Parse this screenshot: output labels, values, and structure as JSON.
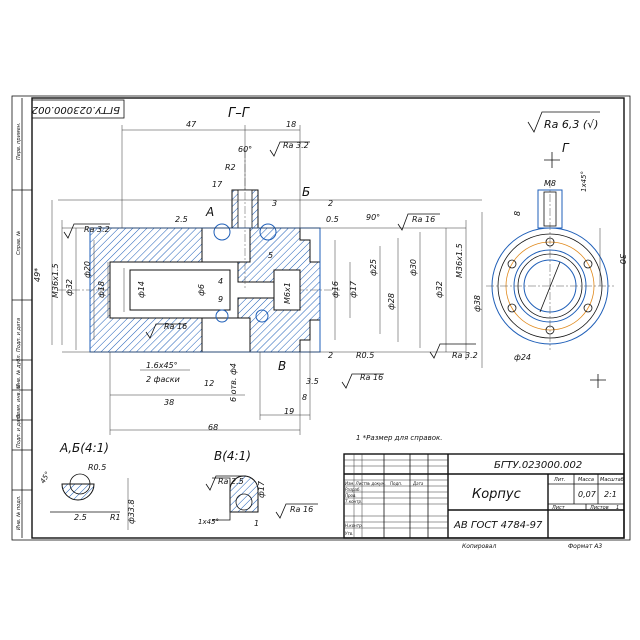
{
  "sheet": {
    "doc_code_top": "БГТУ.023000.002",
    "section_label": "Г–Г",
    "view_label": "Г",
    "roughness_general": "Ra 6,3 (√)",
    "note": "1 *Размер для справок.",
    "detail_ab": "А,Б(4:1)",
    "detail_v": "В(4:1)",
    "markers": [
      "А",
      "Б",
      "В"
    ]
  },
  "left_strip": {
    "labels": [
      "Перв. примен.",
      "Справ. №",
      "Подп. и дата",
      "Инв. № дубл.",
      "Взам. инв. №",
      "Подп. и дата",
      "Инв. № подл."
    ]
  },
  "dimensions": {
    "top": [
      "47",
      "18",
      "60°",
      "R2",
      "Ra 3.2",
      "17",
      "2.5",
      "3",
      "2",
      "0.5",
      "90°",
      "Ra 16"
    ],
    "left": [
      "Ra 3.2",
      "49*",
      "M36x1.5",
      "ф32",
      "ф20",
      "ф18",
      "ф14",
      "ф6",
      "4",
      "9",
      "5"
    ],
    "right": [
      "M6x1",
      "ф16",
      "ф17",
      "ф25",
      "ф28",
      "ф30",
      "ф32",
      "M36x1.5",
      "ф38"
    ],
    "bottom": [
      "Ra 16",
      "1.6x45°",
      "2 фаски",
      "12",
      "38",
      "6 отв. ф4",
      "68",
      "2",
      "R0.5",
      "Ra 16",
      "3.5",
      "8",
      "19",
      "Ra 3.2"
    ],
    "view_g": [
      "M8",
      "1x45°",
      "8",
      "30",
      "ф24"
    ],
    "detail_ab": [
      "R0.5",
      "45°",
      "2.5",
      "R1",
      "ф33.8"
    ],
    "detail_v": [
      "Ra 2.5",
      "ф17",
      "1x45°",
      "1",
      "Ra 16"
    ]
  },
  "title_block": {
    "code": "БГТУ.023000.002",
    "name": "Корпус",
    "material": "АВ ГОСТ 4784-97",
    "col_lit": "Лит.",
    "col_mass": "Масса",
    "col_scale": "Масштаб",
    "mass": "0,07",
    "scale": "2:1",
    "sheet_lbl": "Лист",
    "sheets_lbl": "Листов",
    "sheets": "1",
    "rows": [
      "Изм. Лист",
      "Разраб.",
      "Пров.",
      "Т.контр.",
      "Н.контр.",
      "Утв."
    ],
    "header_cols": [
      "№ докум.",
      "Подп.",
      "Дата"
    ],
    "copied": "Копировал",
    "format": "Формат А3"
  }
}
